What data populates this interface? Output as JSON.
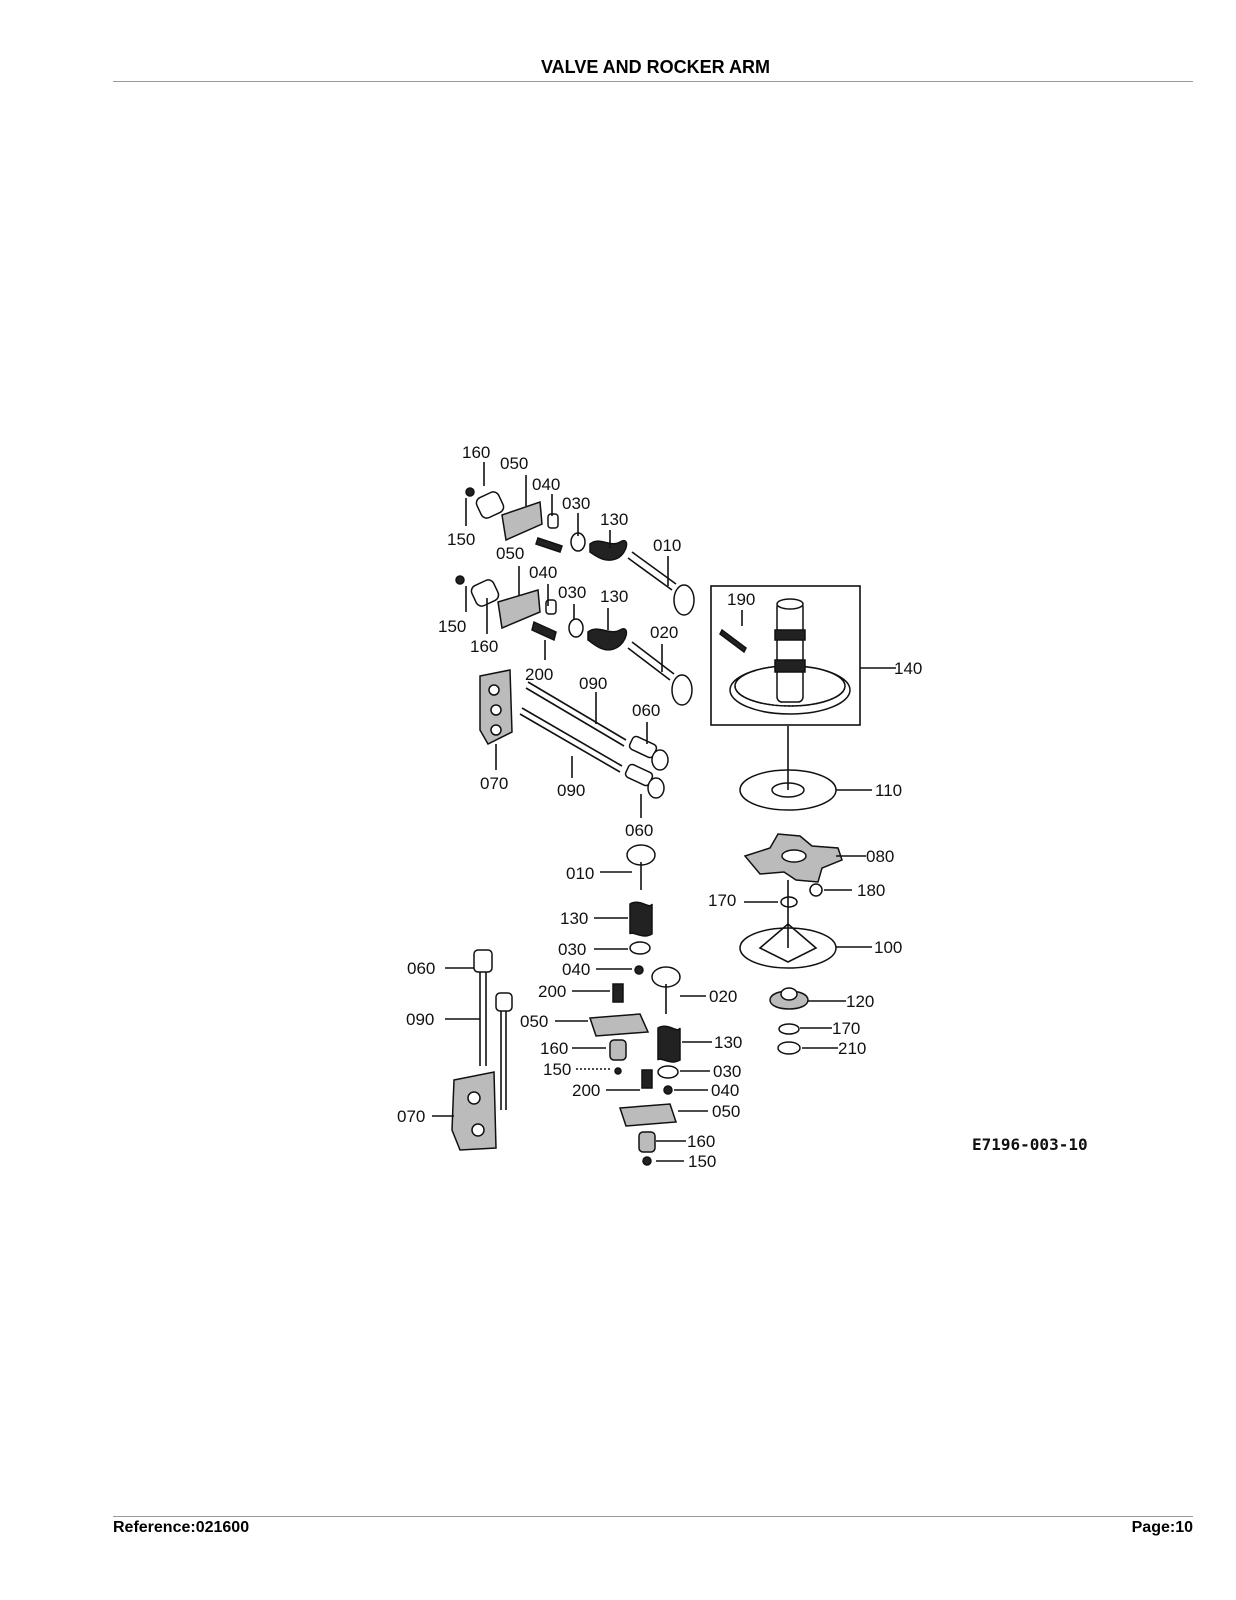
{
  "header": {
    "title": "VALVE AND ROCKER ARM"
  },
  "footer": {
    "reference": "Reference:021600",
    "page": "Page:10"
  },
  "diagram": {
    "figure_code": "E7196-003-10",
    "callouts": [
      "160",
      "050",
      "040",
      "030",
      "130",
      "010",
      "150",
      "050",
      "040",
      "030",
      "130",
      "150",
      "160",
      "020",
      "200",
      "190",
      "140",
      "090",
      "060",
      "070",
      "090",
      "060",
      "110",
      "010",
      "080",
      "180",
      "170",
      "130",
      "100",
      "030",
      "060",
      "040",
      "200",
      "020",
      "120",
      "090",
      "050",
      "170",
      "210",
      "130",
      "160",
      "150",
      "030",
      "200",
      "040",
      "050",
      "070",
      "160",
      "150"
    ]
  }
}
